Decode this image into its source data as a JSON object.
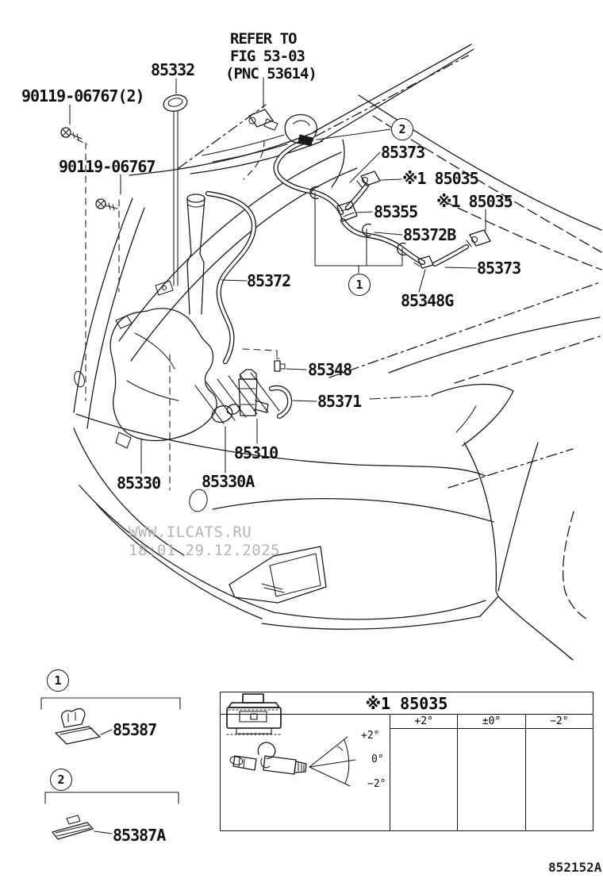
{
  "page": {
    "bg": "#ffffff",
    "line_color": "#1a1a1a",
    "watermark_color": "#b4b4b4"
  },
  "diagram": {
    "refer_note": [
      "REFER TO",
      "FIG 53-03",
      "(PNC 53614)"
    ],
    "parts": {
      "bolt_upper": "90119-06767(2)",
      "bolt_lower": "90119-06767",
      "rod": "85332",
      "hose_a": "85373",
      "nozzle_a": "※1 85035",
      "nozzle_b": "※1 85035",
      "joint": "85355",
      "hose_b": "85372B",
      "hose_c": "85373",
      "connector": "85348G",
      "hose_main": "85372",
      "joint_b": "85348",
      "hose_d": "85371",
      "pump": "85310",
      "jar": "85330",
      "grommet": "85330A"
    },
    "callouts": {
      "one": "1",
      "two": "2"
    }
  },
  "insets": {
    "clip1": {
      "callout": "1",
      "part": "85387"
    },
    "clip2": {
      "callout": "2",
      "part": "85387A"
    }
  },
  "nozzle_table": {
    "title": "※1 85035",
    "columns": [
      "+2°",
      "±0°",
      "−2°"
    ],
    "fan": {
      "up": "+2°",
      "mid": "0°",
      "down": "−2°"
    }
  },
  "watermark": {
    "line1": "WWW.ILCATS.RU",
    "line2": "18:01 29.12.2025"
  },
  "doc_number": "852152A"
}
